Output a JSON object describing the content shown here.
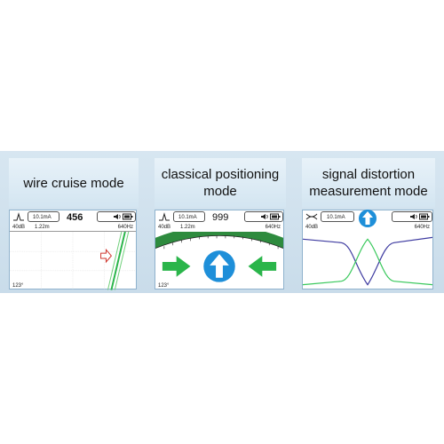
{
  "panels": [
    {
      "title": "wire cruise mode",
      "status": {
        "current": "10.1mA",
        "value": "456",
        "gain": "40dB",
        "distance": "1.22m",
        "freq": "640Hz",
        "angle": "123°"
      },
      "icons": [
        "peak-wave-icon",
        "speaker-icon",
        "battery-icon",
        "direction-hint-arrow-icon"
      ]
    },
    {
      "title": "classical positioning mode",
      "status": {
        "current": "10.1mA",
        "value": "999",
        "gain": "40dB",
        "distance": "1.22m",
        "freq": "640Hz",
        "angle": "123°"
      },
      "icons": [
        "peak-wave-icon",
        "speaker-icon",
        "battery-icon",
        "left-arrow-icon",
        "up-arrow-icon",
        "right-arrow-icon"
      ]
    },
    {
      "title": "signal distortion measurement mode",
      "status": {
        "current": "10.1mA",
        "gain": "40dB",
        "freq": "640Hz"
      },
      "icons": [
        "distortion-wave-icon",
        "up-arrow-icon",
        "speaker-icon",
        "battery-icon"
      ]
    }
  ],
  "colors": {
    "band": "#cfe0ec",
    "green": "#2ab54a",
    "blue_arrow": "#1e8fd9",
    "purple_line": "#3d3aa0",
    "green_line": "#37c85a"
  }
}
